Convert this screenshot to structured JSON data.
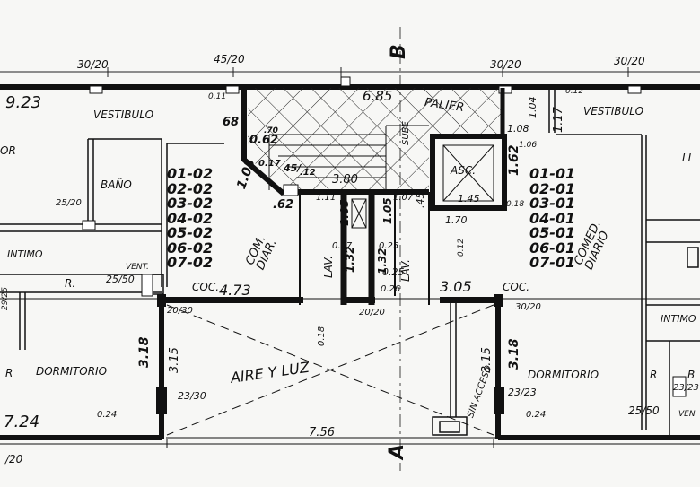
{
  "section_marks": {
    "top": "B",
    "bottom": "A"
  },
  "dimensions": {
    "top_30_20_left": "30/20",
    "top_45_20": "45/20",
    "top_30_20_mid": "30/20",
    "top_30_20_right": "30/20",
    "width_left": "9.23",
    "palier_width": "6.85",
    "d_011": "0.11",
    "d_012": "0.12",
    "d_062_top": "0.62",
    "d_070": ".70",
    "d_017": "0.17",
    "d_045": "45/",
    "d_068": "68",
    "d_012b": ".12",
    "d_380": "3.80",
    "d_111": "1.11",
    "d_107": "1.07",
    "d_045b": ".45",
    "d_145": "1.45",
    "d_170": "1.70",
    "d_018": "0.18",
    "d_108": "1.08",
    "d_106": "1.06",
    "d_117": "1.17",
    "d_162": "1.62",
    "d_104": "1.04",
    "d_105_left": "1.05",
    "d_062": ".62",
    "d_105_a": "1.05",
    "d_105_b": "1.05",
    "d_027": "0.27",
    "d_025": "0.25",
    "d_132_a": "1.32",
    "d_132_b": "1.32",
    "d_025b": "0.25",
    "d_026": "0.26",
    "d_012c": "0.12",
    "d_473": "4.73",
    "d_305": "3.05",
    "d_25_20": "25/20",
    "d_25_50": "25/50",
    "d_29_25": "29/25",
    "d_20_30": "20/30",
    "d_20_20": "20/20",
    "d_30_20b": "30/20",
    "d_018b": "0.18",
    "d_318_left": "3.18",
    "d_315_left": "3.15",
    "d_315_mid": "3.15",
    "d_318_right": "3.18",
    "d_23_30": "23/30",
    "d_23_23": "23/23",
    "d_25_50b": "25/50",
    "d_23_23b": "23/23",
    "d_024_left": "0.24",
    "d_024_right": "0.24",
    "d_724": "7.24",
    "d_756": "7.56",
    "d_20_bottom": "/20"
  },
  "rooms": {
    "vestibulo_left": "VESTIBULO",
    "palier": "PALIER",
    "vestibulo_right": "VESTIBULO",
    "dor_left": "OR",
    "li_right": "LI",
    "bano": "BAÑO",
    "intimo_left": "INTIMO",
    "intimo_right": "INTIMO",
    "r_left": "R.",
    "vent_left": "VENT.",
    "com_diar": "COM.\nDIAR.",
    "comed_diario": "COMED.\nDIARIO",
    "asc": "ASC.",
    "sube": "SUBE",
    "lav_a": "LAV.",
    "lav_b": "LAV.",
    "coc_left": "COC.",
    "coc_right": "COC.",
    "dormitorio_left": "DORMITORIO",
    "dormitorio_right": "DORMITORIO",
    "r_far_left": "R",
    "r_right": "R",
    "aire_y_luz": "AIRE Y LUZ",
    "sin_acceso": "SIN ACCESO",
    "b_right": "B",
    "vent_right": "VEN"
  },
  "unit_lists": {
    "left": [
      "01-02",
      "02-02",
      "03-02",
      "04-02",
      "05-02",
      "06-02",
      "07-02"
    ],
    "right": [
      "01-01",
      "02-01",
      "03-01",
      "04-01",
      "05-01",
      "06-01",
      "07-01"
    ]
  }
}
